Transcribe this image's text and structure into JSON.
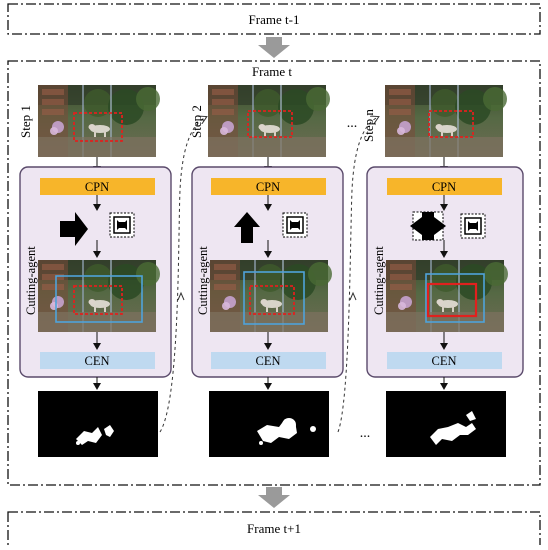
{
  "frames": {
    "prev": "Frame t-1",
    "current": "Frame t",
    "next": "Frame t+1"
  },
  "steps": [
    {
      "label": "Step 1",
      "cpn": "CPN",
      "agent": "Cutting-agent",
      "cen": "CEN",
      "action_icon": "arrow-right-icon",
      "stop_icon": "stop-action-icon"
    },
    {
      "label": "Step 2",
      "cpn": "CPN",
      "agent": "Cutting-agent",
      "cen": "CEN",
      "action_icon": "arrow-up-icon",
      "stop_icon": "stop-action-icon"
    },
    {
      "label": "Step n",
      "cpn": "CPN",
      "agent": "Cutting-agent",
      "cen": "CEN",
      "action_icon": "arrow-horizontal-expand-icon",
      "stop_icon": "stop-action-icon"
    }
  ],
  "ellipsis": "...",
  "colors": {
    "cpn_fill": "#F7B52A",
    "cen_fill": "#BFD9F0",
    "agent_panel_fill": "#EEE6F2",
    "agent_panel_stroke": "#5A4A6B",
    "red_box": "#E0211E",
    "blue_box": "#4FA3DA",
    "down_arrow": "#9A9A9A"
  }
}
